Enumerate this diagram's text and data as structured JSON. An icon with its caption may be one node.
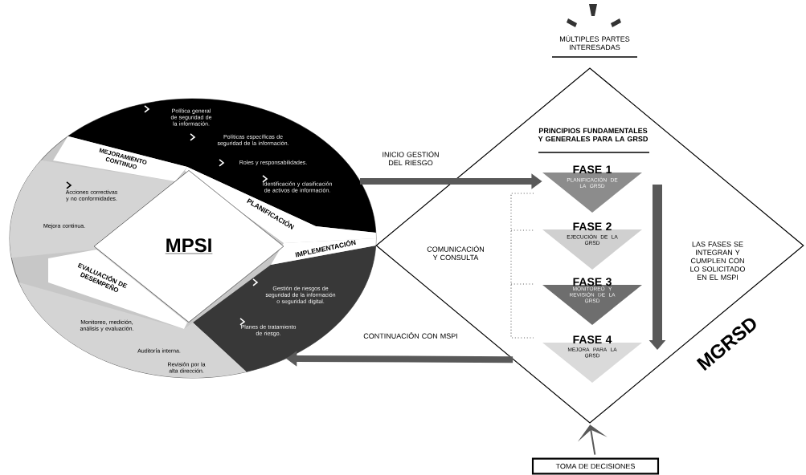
{
  "diagram": {
    "nodes": [
      {
        "text": [],
        "shape": "ellipse"
      },
      {
        "text": [
          "MPSI"
        ],
        "in": 0
      },
      {
        "text": [
          "PLANIFICACIÓN",
          "Política general de seguridad de la información.",
          "Políticas específicas de seguridad de la información.",
          "Roles y responsabilidades.",
          "Identificación y clasificación de activos de información."
        ],
        "in": 0
      },
      {
        "text": [
          "IMPLEMENTACIÓN",
          "Gestión de riesgos de seguridad de la información o seguridad digital.",
          "Planes de tratamiento de riesgo."
        ],
        "in": 0
      },
      {
        "text": [
          "EVALUACIÓN DE DESEMPEÑO",
          "Monitoreo, medición, análisis y evaluación.",
          "Auditoría interna.",
          "Revisión por la alta dirección."
        ],
        "in": 0
      },
      {
        "text": [
          "MEJORAMIENTO CONTINUO",
          "Acciones correctivas y no conformidades.",
          "Mejora continua."
        ],
        "in": 0
      },
      {
        "text": [
          "PRINCIPIOS FUNDAMENTALES Y GENERALES PARA LA GRSD",
          "MGRSD"
        ]
      },
      {
        "text": [
          "FASE 1",
          "PLANIFICACIÓN DE LA GRSD"
        ],
        "in": 6
      },
      {
        "text": [
          "FASE 2",
          "EJECUCIÓN DE LA GRSD"
        ],
        "in": 6
      },
      {
        "text": [
          "FASE 3",
          "MONITOREO Y REVISIÓN DE LA GRSD"
        ],
        "in": 6
      },
      {
        "text": [
          "FASE 4",
          "MEJORA PARA LA GRSD"
        ],
        "in": 6
      },
      {
        "text": [
          "TOMA DE DECISIONES"
        ]
      }
    ],
    "edges": [
      {
        "from": 2,
        "to": 7,
        "arrow": "to",
        "label": "INICIO GESTIÓN DEL RIESGO"
      },
      {
        "from": 6,
        "to": 3,
        "arrow": "to",
        "label": "CONTINUACIÓN CON MSPI"
      },
      {
        "from": 11,
        "to": 6,
        "arrow": "to"
      }
    ],
    "labels": [
      "MÚLTIPLES PARTES INTERESADAS",
      "COMUNICACIÓN Y CONSULTA",
      "LAS FASES SE INTEGRAN Y CUMPLEN CON LO SOLICITADO EN EL MSPI"
    ]
  }
}
